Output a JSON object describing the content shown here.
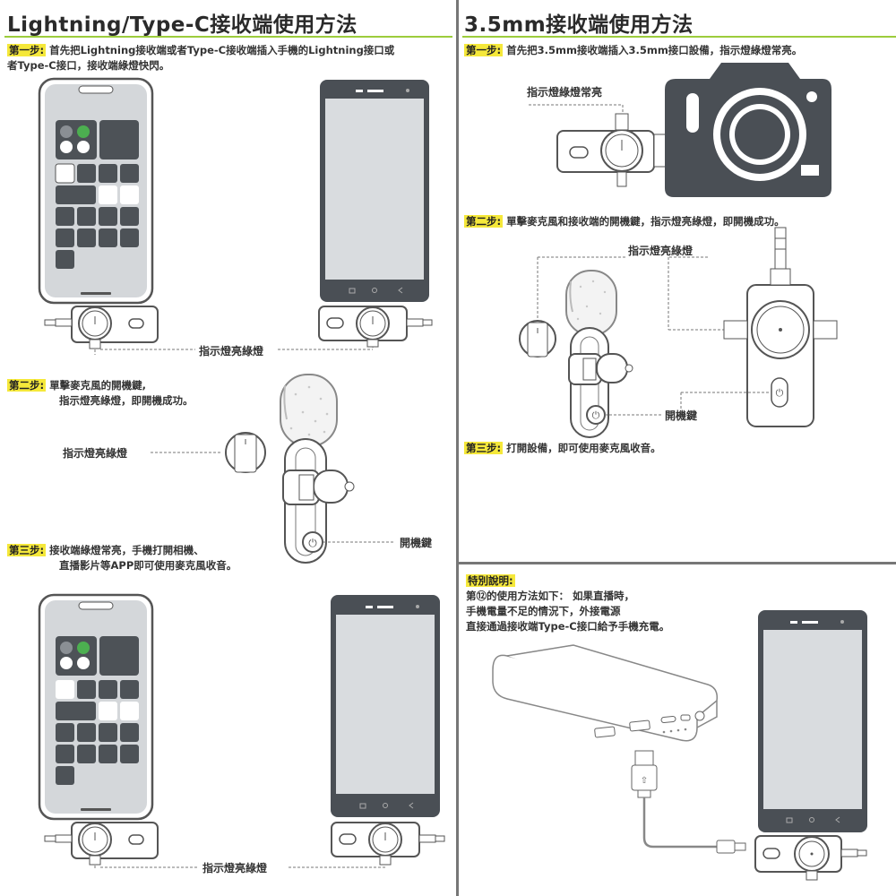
{
  "left": {
    "title": "Lightning/Type-C接收端使用方法",
    "step1": {
      "tag": "第一步:",
      "line1": "首先把Lightning接收端或者Type-C接收端插入手機的Lightning接口或",
      "line2": "者Type-C接口，接收端綠燈快閃。"
    },
    "step1_indicator": "指示燈亮綠燈",
    "step2": {
      "tag": "第二步:",
      "line1": "單擊麥克風的開機鍵,",
      "line2": "指示燈亮綠燈，即開機成功。"
    },
    "step2_indicator": "指示燈亮綠燈",
    "step2_power": "開機鍵",
    "step3": {
      "tag": "第三步:",
      "line1": "接收端綠燈常亮，手機打開相機、",
      "line2": "直播影片等APP即可使用麥克風收音。"
    },
    "step3_indicator": "指示燈亮綠燈"
  },
  "right": {
    "title": "3.5mm接收端使用方法",
    "step1": {
      "tag": "第一步:",
      "text": "首先把3.5mm接收端插入3.5mm接口設備，指示燈綠燈常亮。"
    },
    "step1_indicator": "指示燈綠燈常亮",
    "step2": {
      "tag": "第二步:",
      "text": "單擊麥克風和接收端的開機鍵，指示燈亮綠燈，即開機成功。"
    },
    "step2_indicator": "指示燈亮綠燈",
    "step2_power": "開機鍵",
    "step3": {
      "tag": "第三步:",
      "text": "打開設備，即可使用麥克風收音。"
    },
    "special": {
      "tag": "特別說明:",
      "line1": "第⑫的使用方法如下： 如果直播時，",
      "line2": "手機電量不足的情況下，外接電源",
      "line3": "直接通過接收端Type-C接口給予手機充電。"
    }
  },
  "colors": {
    "accent_green": "#9ccc3c",
    "step_highlight": "#f5e83a",
    "led_green": "#4caf50",
    "device_dark": "#4a4f55",
    "screen": "#d9dcdf"
  }
}
